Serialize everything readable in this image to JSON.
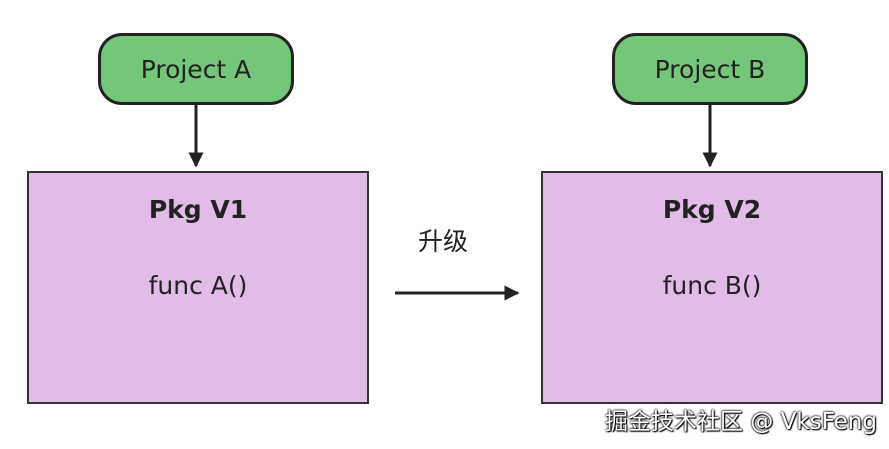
{
  "diagram": {
    "left": {
      "project_label": "Project A",
      "pkg_title": "Pkg V1",
      "pkg_func": "func A()"
    },
    "right": {
      "project_label": "Project B",
      "pkg_title": "Pkg V2",
      "pkg_func": "func B()"
    },
    "transition_label": "升级"
  },
  "credit": "掘金技术社区 @ VksFeng",
  "colors": {
    "project_fill": "#74c678",
    "pkg_fill": "#e0bce6",
    "stroke": "#222222"
  }
}
